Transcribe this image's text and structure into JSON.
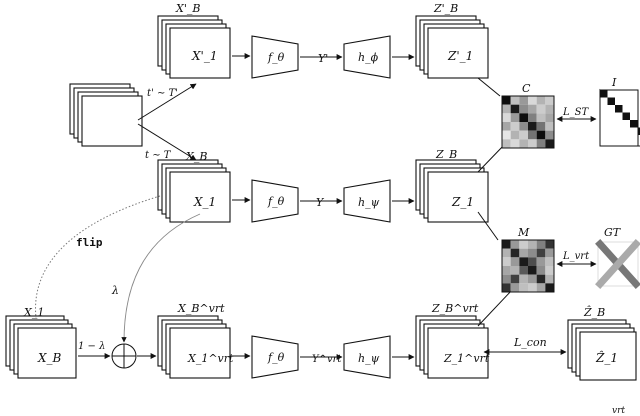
{
  "labels": {
    "x_b_prime": "X'_B",
    "x_1_prime": "X'_1",
    "f_theta_top": "f_θ",
    "y_prime": "Y'",
    "h_phi": "h_ϕ",
    "z_b_prime": "Z'_B",
    "z_1_prime": "Z'_1",
    "t_prime_dist": "t' ∼ T'",
    "t_dist": "t ∼ T",
    "x_b": "X_B",
    "x_1": "X_1",
    "f_theta_mid": "f_θ",
    "y": "Y",
    "h_psi_mid": "h_ψ",
    "z_b": "Z_B",
    "z_1": "Z_1",
    "flip": "flip",
    "lambda": "λ",
    "x_1_left": "X_1",
    "x_b_left": "X_B",
    "one_minus_lambda": "1 − λ",
    "x_b_vrt": "X_B^vrt",
    "x_1_vrt": "X_1^vrt",
    "f_theta_bot": "f_θ",
    "y_vrt": "Y^vrt",
    "h_psi_bot": "h_ψ",
    "z_b_vrt": "Z_B^vrt",
    "z_1_vrt": "Z_1^vrt",
    "c_matrix": "C",
    "i_matrix": "I",
    "loss_st": "L_ST",
    "m_matrix": "M",
    "gt_matrix": "GT",
    "loss_vrt": "L_vrt",
    "loss_con": "L_con",
    "z_hat_b": "Ẑ_B",
    "z_hat_1": "Ẑ_1",
    "corner_mark": "vrt"
  },
  "matrices": {
    "c_matrix_shades": [
      [
        0.05,
        0.75,
        0.6,
        0.85,
        0.7,
        0.8
      ],
      [
        0.7,
        0.1,
        0.55,
        0.65,
        0.8,
        0.7
      ],
      [
        0.85,
        0.6,
        0.05,
        0.5,
        0.75,
        0.65
      ],
      [
        0.65,
        0.8,
        0.55,
        0.1,
        0.45,
        0.75
      ],
      [
        0.9,
        0.7,
        0.8,
        0.45,
        0.05,
        0.55
      ],
      [
        0.75,
        0.85,
        0.7,
        0.8,
        0.5,
        0.1
      ]
    ],
    "m_matrix_shades": [
      [
        0.1,
        0.6,
        0.8,
        0.7,
        0.5,
        0.2
      ],
      [
        0.7,
        0.15,
        0.65,
        0.55,
        0.25,
        0.6
      ],
      [
        0.8,
        0.6,
        0.1,
        0.3,
        0.6,
        0.75
      ],
      [
        0.65,
        0.7,
        0.35,
        0.1,
        0.55,
        0.8
      ],
      [
        0.55,
        0.25,
        0.7,
        0.6,
        0.15,
        0.7
      ],
      [
        0.2,
        0.6,
        0.75,
        0.8,
        0.65,
        0.1
      ]
    ]
  }
}
